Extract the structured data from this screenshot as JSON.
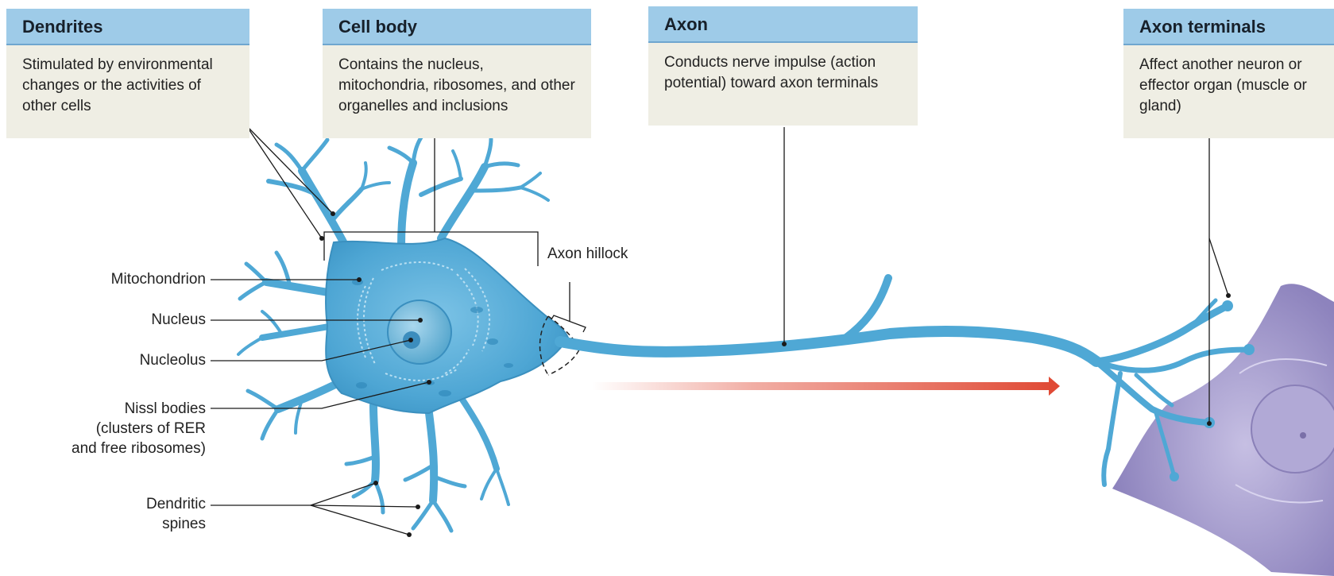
{
  "panels": {
    "dendrites": {
      "title": "Dendrites",
      "description": "Stimulated by environmental changes or the activities of other cells"
    },
    "cell_body": {
      "title": "Cell body",
      "description": "Contains the nucleus, mitochondria, ribosomes, and other organelles and inclusions"
    },
    "axon": {
      "title": "Axon",
      "description": "Conducts nerve impulse (action potential) toward axon terminals"
    },
    "axon_terminals": {
      "title": "Axon terminals",
      "description": "Affect another neuron or effector organ (muscle or gland)"
    }
  },
  "labels": {
    "axon_hillock": "Axon hillock",
    "mitochondrion": "Mitochondrion",
    "nucleus": "Nucleus",
    "nucleolus": "Nucleolus",
    "nissl_line1": "Nissl bodies",
    "nissl_line2": "(clusters of RER",
    "nissl_line3": "and free ribosomes)",
    "spines_line1": "Dendritic",
    "spines_line2": "spines"
  },
  "colors": {
    "neuron": "#4fa8d5",
    "neuron_dark": "#2d86b8",
    "target_cell": "#9d94c6",
    "arrow": "#e04a35",
    "panel_header": "#9ecbe8",
    "panel_body": "#efeee4"
  }
}
